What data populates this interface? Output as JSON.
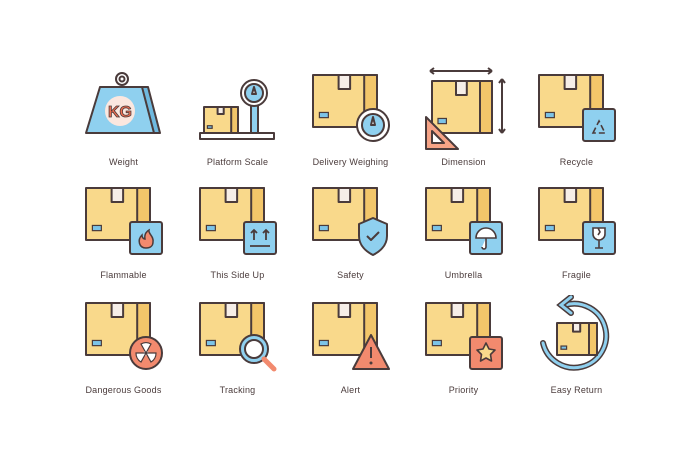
{
  "colors": {
    "outline": "#4a3b3b",
    "box": "#f9d98b",
    "box_side": "#f3c66a",
    "tape": "#f6eee8",
    "blue": "#8fd0ef",
    "red": "#f28a6e"
  },
  "icons": [
    {
      "label": "Weight",
      "icon": "kg-weight-icon",
      "badge_text": "KG"
    },
    {
      "label": "Platform Scale",
      "icon": "platform-scale-icon"
    },
    {
      "label": "Delivery Weighing",
      "icon": "delivery-weighing-icon"
    },
    {
      "label": "Dimension",
      "icon": "dimension-icon"
    },
    {
      "label": "Recycle",
      "icon": "recycle-icon"
    },
    {
      "label": "Flammable",
      "icon": "flammable-icon"
    },
    {
      "label": "This Side Up",
      "icon": "this-side-up-icon"
    },
    {
      "label": "Safety",
      "icon": "safety-shield-icon"
    },
    {
      "label": "Umbrella",
      "icon": "umbrella-icon"
    },
    {
      "label": "Fragile",
      "icon": "fragile-glass-icon"
    },
    {
      "label": "Dangerous Goods",
      "icon": "dangerous-goods-icon"
    },
    {
      "label": "Tracking",
      "icon": "tracking-magnifier-icon"
    },
    {
      "label": "Alert",
      "icon": "alert-triangle-icon"
    },
    {
      "label": "Priority",
      "icon": "priority-star-icon"
    },
    {
      "label": "Easy Return",
      "icon": "easy-return-icon"
    }
  ]
}
